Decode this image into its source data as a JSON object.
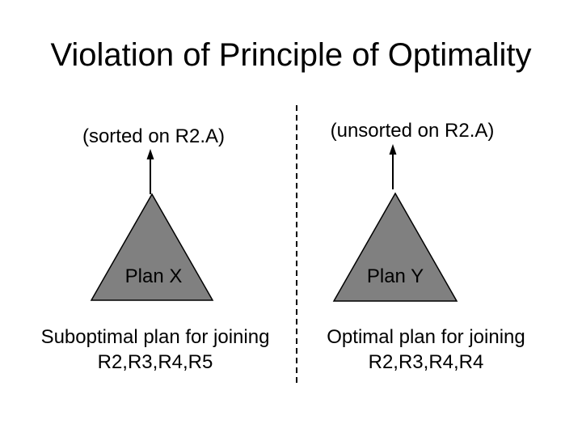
{
  "slide": {
    "title": "Violation of Principle of Optimality",
    "left": {
      "annotation": "(sorted on R2.A)",
      "plan_label": "Plan X",
      "caption_line1": "Suboptimal plan for joining",
      "caption_line2": "R2,R3,R4,R5"
    },
    "right": {
      "annotation": "(unsorted on R2.A)",
      "plan_label": "Plan Y",
      "caption_line1": "Optimal plan for joining",
      "caption_line2": "R2,R3,R4,R4"
    },
    "icons": {
      "left_arrow": "up-arrow-icon",
      "right_arrow": "up-arrow-icon"
    },
    "colors": {
      "background": "#ffffff",
      "text": "#000000",
      "triangle_fill": "#808080",
      "triangle_stroke": "#000000",
      "arrow": "#000000",
      "divider": "#000000"
    }
  }
}
